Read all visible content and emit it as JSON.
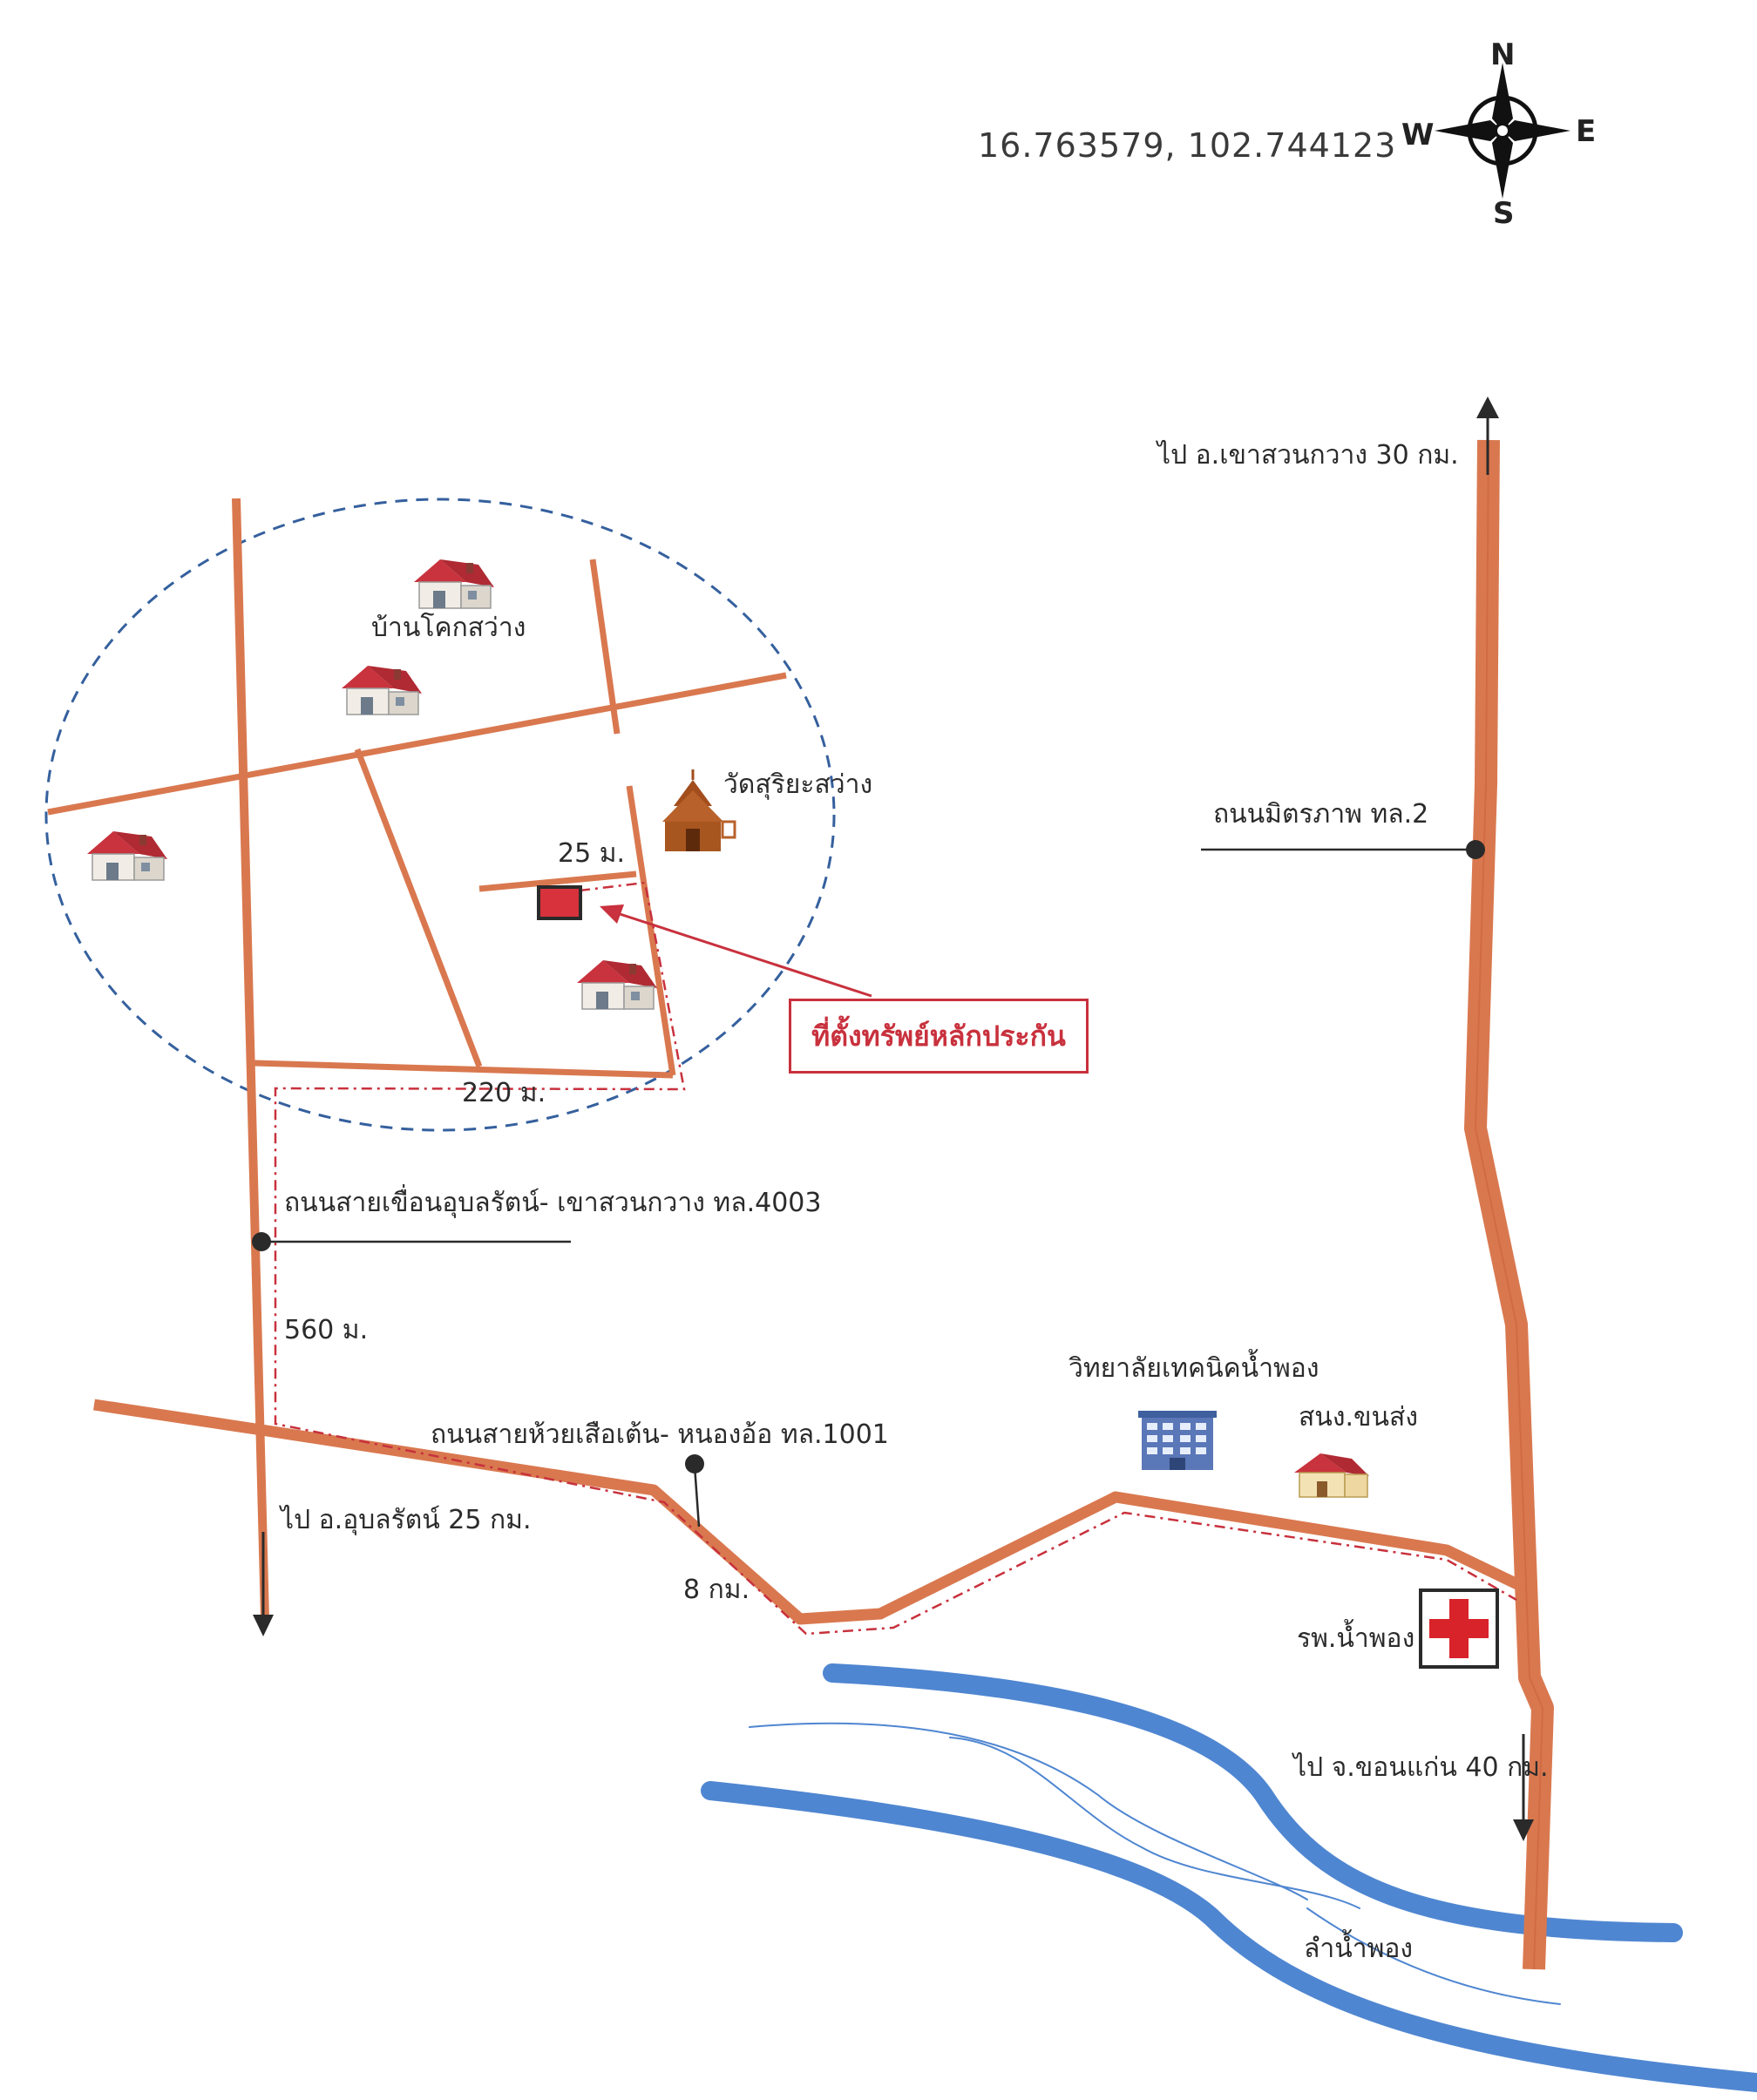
{
  "coordinates": "16.763579, 102.744123",
  "compass": {
    "n": "N",
    "s": "S",
    "e": "E",
    "w": "W",
    "icon": "compass-rose-icon"
  },
  "labels": {
    "to_khao_suan_kwang": "ไป อ.เขาสวนกวาง 30 กม.",
    "village": "บ้านโคกสว่าง",
    "temple": "วัดสุริยะสว่าง",
    "friendship_road": "ถนนมิตรภาพ ทล.2",
    "dist_25": "25 ม.",
    "collateral": "ที่ตั้งทรัพย์หลักประกัน",
    "dist_220": "220 ม.",
    "road_4003": "ถนนสายเขื่อนอุบลรัตน์- เขาสวนกวาง ทล.4003",
    "dist_560": "560 ม.",
    "college": "วิทยาลัยเทคนิคน้ำพอง",
    "nong_office": "สนง.ขนส่ง",
    "road_1001": "ถนนสายห้วยเสือเต้น- หนองอ้อ ทล.1001",
    "to_ubonrat": "ไป อ.อุบลรัตน์ 25 กม.",
    "dist_8km": "8 กม.",
    "hospital": "รพ.น้ำพอง",
    "to_khon_kaen": "ไป จ.ขอนแก่น 40 กม.",
    "river": "ลำน้ำพอง"
  },
  "colors": {
    "road": "#d9784f",
    "road_stroke": "#c9633c",
    "river": "#4f86d1",
    "dashed_circle": "#35609e",
    "route": "#c8313d",
    "hospital_cross": "#d8232a"
  }
}
